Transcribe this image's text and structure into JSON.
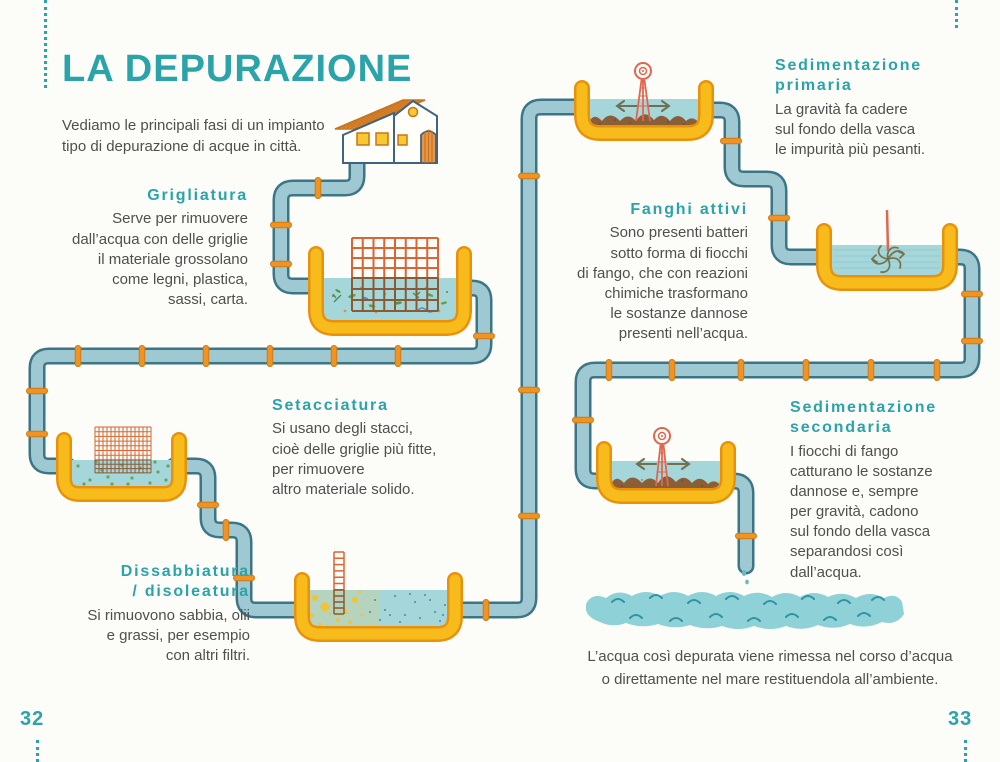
{
  "page": {
    "title": "LA DEPURAZIONE",
    "intro_lines": [
      "Vediamo le principali fasi di un impianto",
      "tipo di depurazione di acque in città."
    ],
    "outro_lines": [
      "L’acqua così depurata viene rimessa nel corso d’acqua",
      "o direttamente nel mare restituendola all’ambiente."
    ],
    "page_number_left": "32",
    "page_number_right": "33"
  },
  "stages": [
    {
      "id": "grigliatura",
      "title_lines": [
        "Grigliatura"
      ],
      "description_lines": [
        "Serve per rimuovere",
        "dall’acqua con delle griglie",
        "il materiale grossolano",
        "come legni, plastica,",
        "sassi, carta."
      ]
    },
    {
      "id": "setacciatura",
      "title_lines": [
        "Setacciatura"
      ],
      "description_lines": [
        "Si usano degli stacci,",
        "cioè delle griglie più fitte,",
        "per rimuovere",
        "altro materiale solido."
      ]
    },
    {
      "id": "dissabbiatura-disoleatura",
      "title_lines": [
        "Dissabbiatura",
        "/ disoleatura"
      ],
      "description_lines": [
        "Si rimuovono sabbia, olii",
        "e grassi, per esempio",
        "con altri filtri."
      ]
    },
    {
      "id": "sedimentazione-primaria",
      "title_lines": [
        "Sedimentazione",
        "primaria"
      ],
      "description_lines": [
        "La gravità fa cadere",
        "sul fondo della vasca",
        "le impurità più pesanti."
      ]
    },
    {
      "id": "fanghi-attivi",
      "title_lines": [
        "Fanghi attivi"
      ],
      "description_lines": [
        "Sono presenti batteri",
        "sotto forma di fiocchi",
        "di fango, che con reazioni",
        "chimiche trasformano",
        "le sostanze dannose",
        "presenti nell’acqua."
      ]
    },
    {
      "id": "sedimentazione-secondaria",
      "title_lines": [
        "Sedimentazione",
        "secondaria"
      ],
      "description_lines": [
        "I fiocchi di fango",
        "catturano le sostanze",
        "dannose e, sempre",
        "per gravità, cadono",
        "sul fondo della vasca",
        "separandosi così",
        "dall’acqua."
      ]
    }
  ],
  "colors": {
    "accent_teal": "#2AA4A9",
    "body_text": "#4F4F4F",
    "pipe_fill": "#9FC9D2",
    "pipe_outline": "#3C7585",
    "tank_yellow": "#F8BB1C",
    "tank_outline": "#E8920C",
    "flange_orange": "#EF9324",
    "water": "#A5D6DA",
    "sediment_brown": "#8A5F38",
    "grid_orange": "#D96535",
    "windmill_red": "#E0674F",
    "sea": "#8ED1D7",
    "roof_orange": "#F09A3C",
    "window_yellow": "#F7C930"
  }
}
